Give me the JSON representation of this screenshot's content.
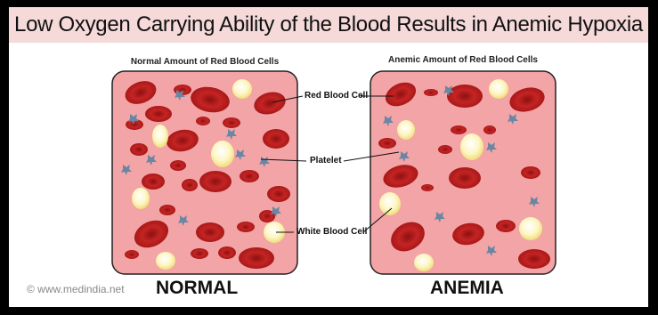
{
  "title": "Low Oxygen Carrying Ability of the Blood Results in Anemic Hypoxia",
  "panels": {
    "normal": {
      "heading": "Normal Amount of Red Blood Cells",
      "label": "NORMAL"
    },
    "anemic": {
      "heading": "Anemic Amount of Red Blood Cells",
      "label": "ANEMIA"
    }
  },
  "callouts": {
    "red_blood_cell": "Red Blood Cell",
    "platelet": "Platelet",
    "white_blood_cell": "White Blood Cell"
  },
  "credit": "© www.medindia.net",
  "colors": {
    "plasma": "#f2a4a6",
    "red_cell": "#b81d1d",
    "white_cell": "#fbf3b0",
    "platelet": "#6b86a3",
    "title_band": "#f6d9d9"
  }
}
